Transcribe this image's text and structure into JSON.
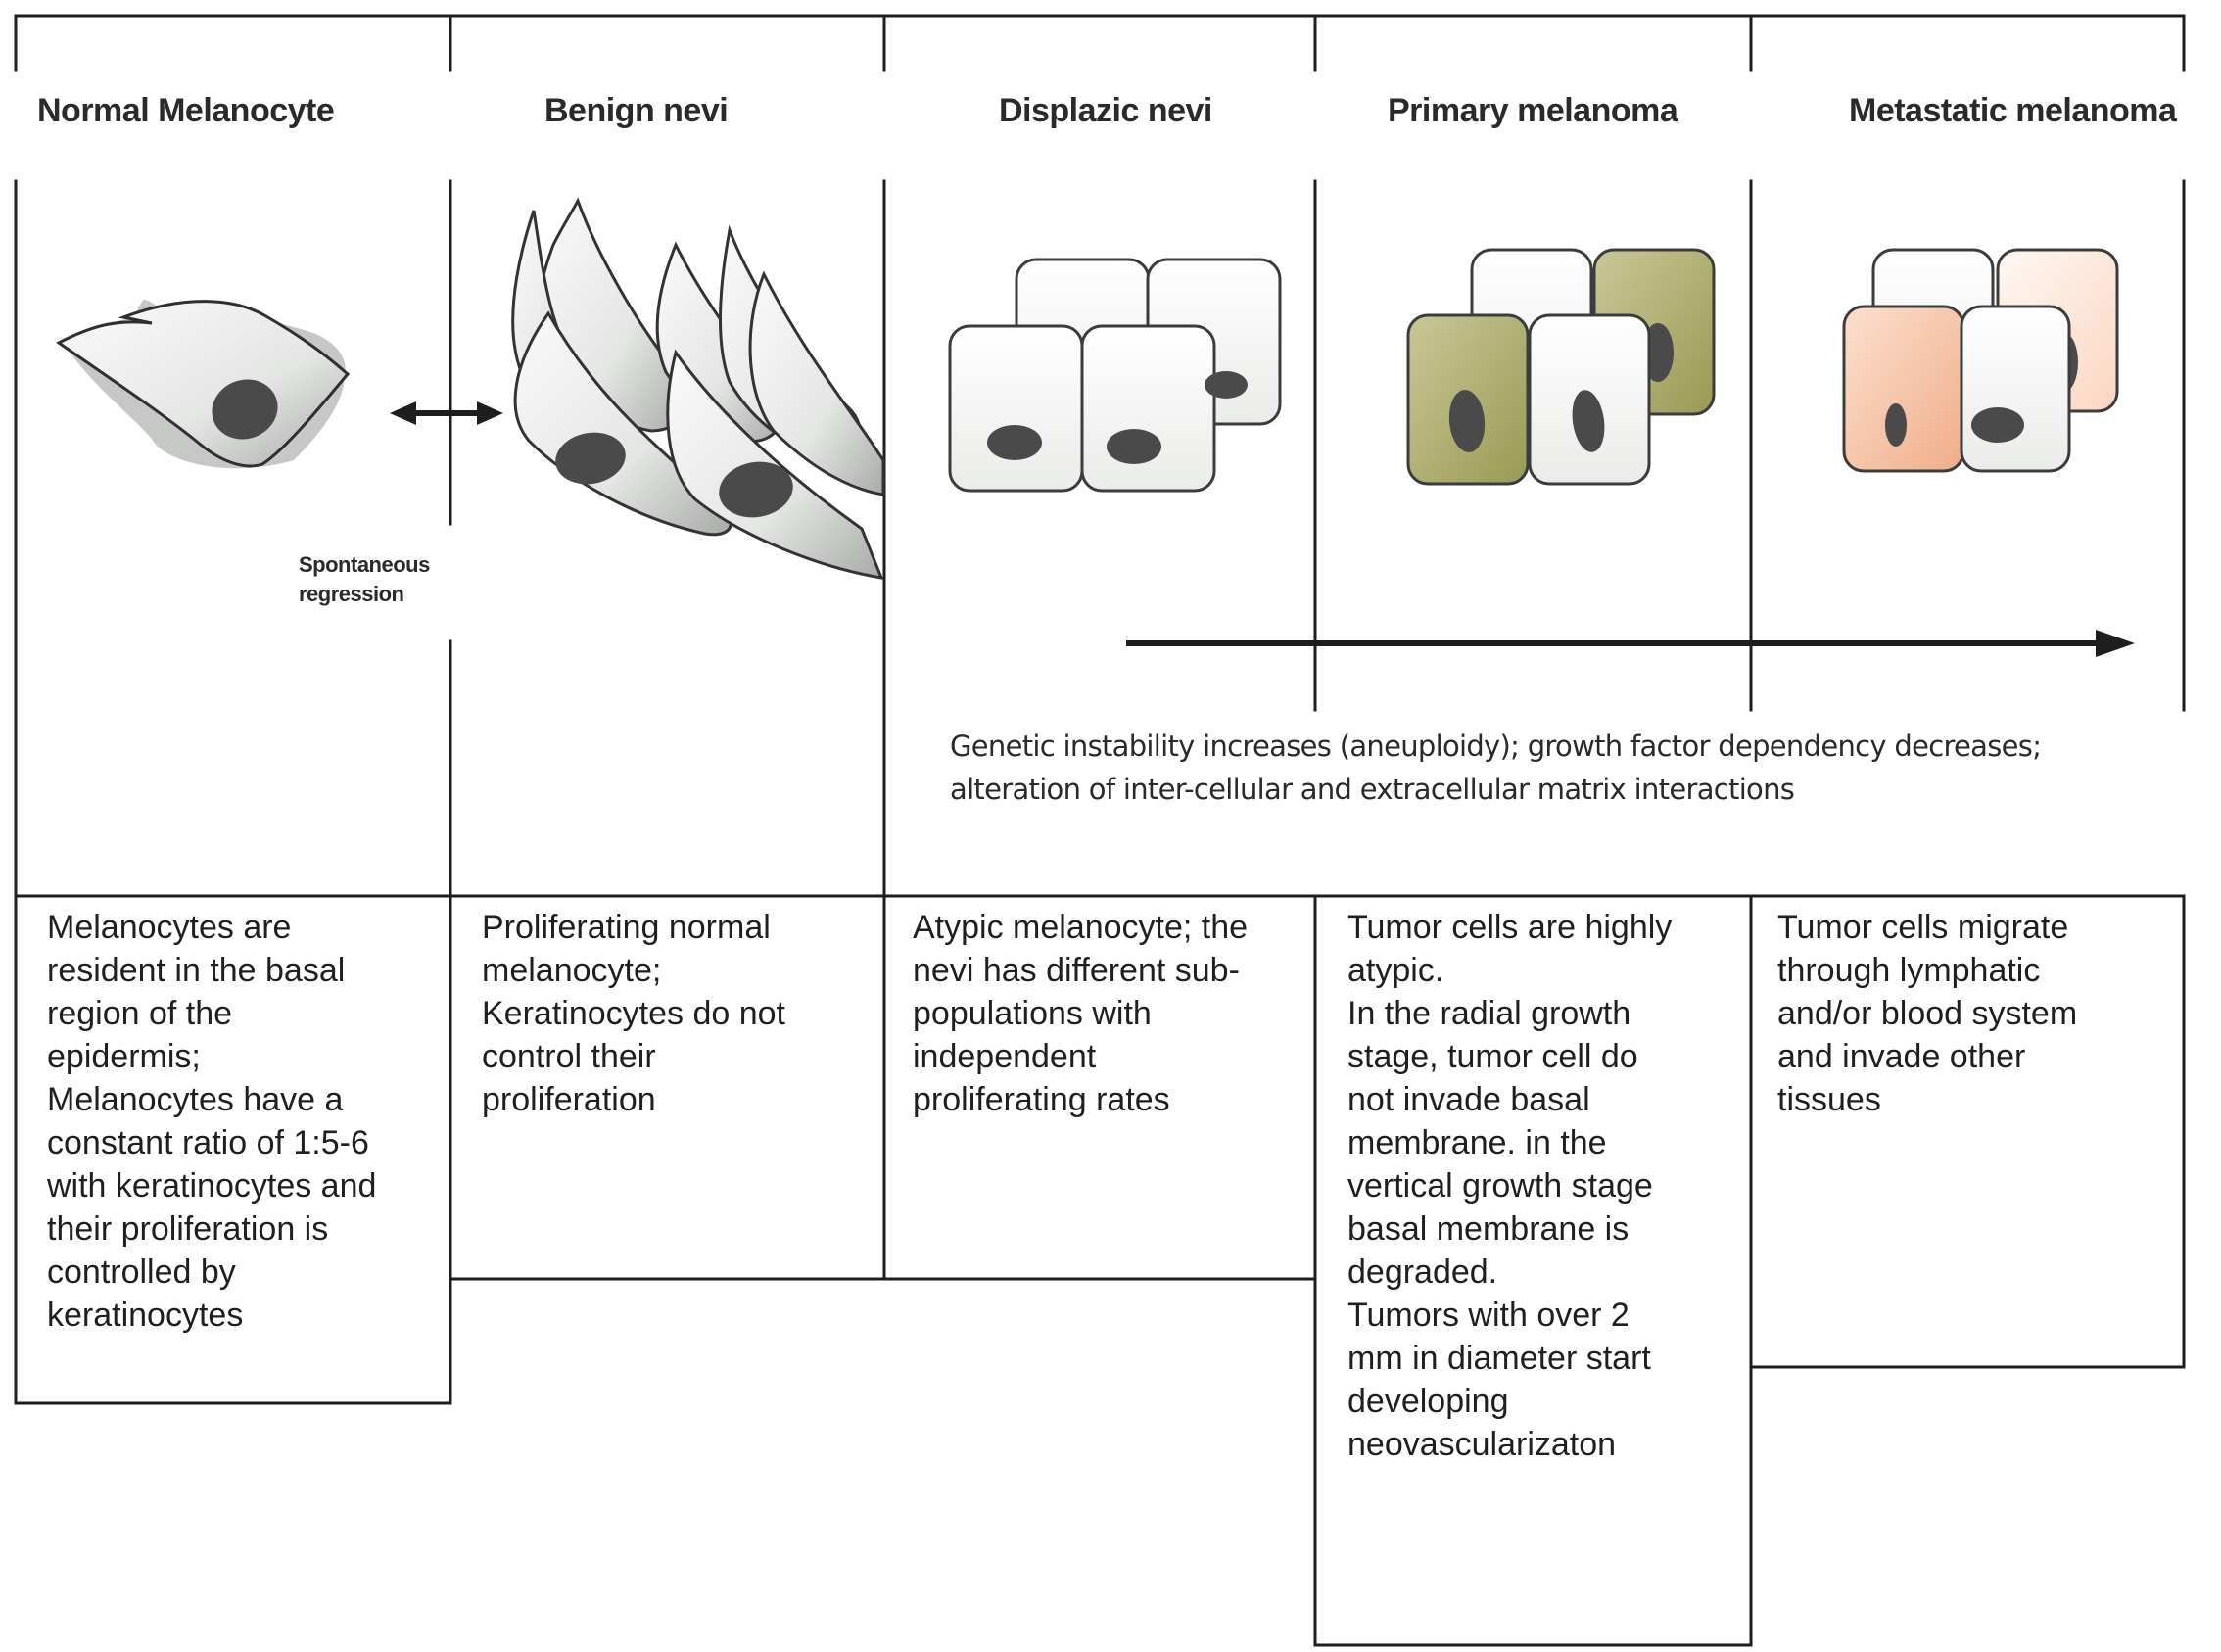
{
  "stages": [
    {
      "title": "Normal Melanocyte",
      "description": "Melanocytes are\nresident in the basal\nregion of the\nepidermis;\nMelanocytes have a\nconstant ratio of 1:5-6\nwith keratinocytes and\ntheir proliferation is\ncontrolled by\nkeratinocytes"
    },
    {
      "title": "Benign nevi",
      "description": "Proliferating normal\nmelanocyte;\nKeratinocytes do not\ncontrol their\nproliferation"
    },
    {
      "title": "Displazic nevi",
      "description": "Atypic melanocyte; the\nnevi has different sub-\npopulations with\nindependent\nproliferating rates"
    },
    {
      "title": "Primary melanoma",
      "description": "Tumor cells are highly\natypic.\nIn the radial growth\nstage, tumor cell do\nnot invade basal\nmembrane. in the\nvertical growth stage\nbasal membrane is\ndegraded.\nTumors with over 2\nmm in diameter start\ndeveloping\nneovascularizaton"
    },
    {
      "title": "Metastatic melanoma",
      "description": "Tumor cells migrate\nthrough lymphatic\nand/or blood system\nand invade other\ntissues"
    }
  ],
  "regression_label": {
    "line1": "Spontaneous",
    "line2": "regression"
  },
  "progression_caption": {
    "line1": "Genetic instability increases (aneuploidy); growth factor dependency decreases;",
    "line2": "alteration of inter-cellular and extracellular matrix interactions"
  },
  "colors": {
    "line": "#1e1e1e",
    "cell_fill": "#f4f5f3",
    "cell_stroke": "#3c3c3c",
    "nucleus": "#4a4a4a",
    "olive_cell": "#a3a25c",
    "peach_cell": "#f3b795",
    "spindle_fill": "#e6e8e6"
  }
}
